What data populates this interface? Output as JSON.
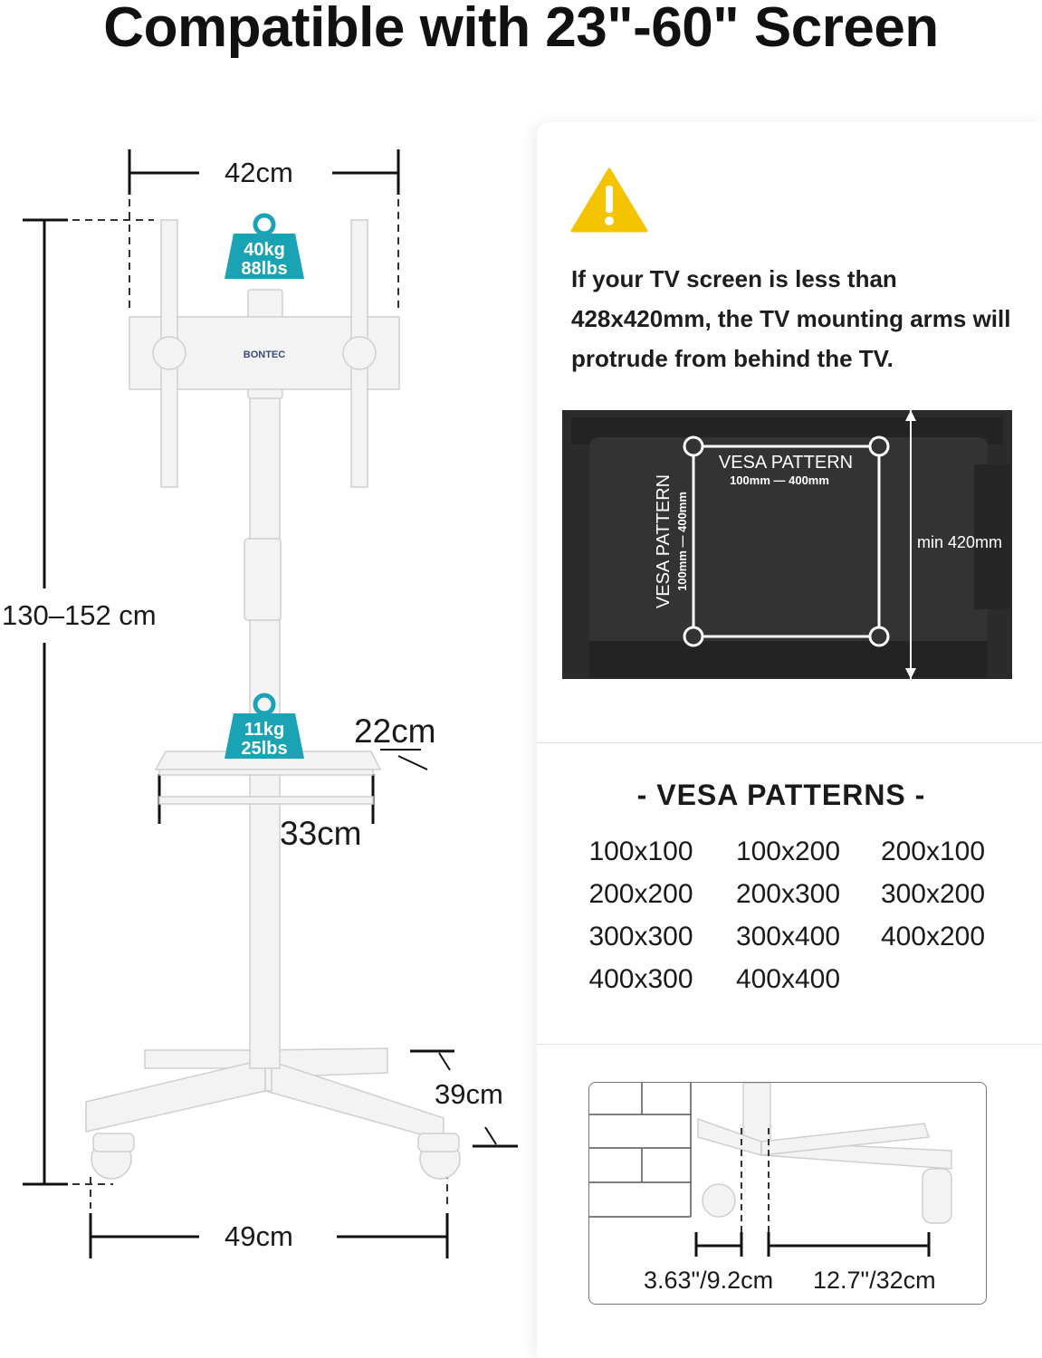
{
  "title": "Compatible with 23\"-60\" Screen",
  "dimensions": {
    "mount_width": "42cm",
    "height": "130–152 cm",
    "shelf_depth": "22cm",
    "shelf_width": "33cm",
    "base_depth": "39cm",
    "base_width": "49cm"
  },
  "load": {
    "mount_kg": "40kg",
    "mount_lbs": "88lbs",
    "shelf_kg": "11kg",
    "shelf_lbs": "25lbs"
  },
  "brand": "BONTEC",
  "warning": {
    "icon": "warning-icon",
    "text": "If your TV screen is less than 428x420mm, the TV mounting arms will protrude from behind the TV."
  },
  "tv_diagram": {
    "vesa_label_h": "VESA PATTERN",
    "vesa_range_h": "100mm — 400mm",
    "vesa_label_v": "VESA PATTERN",
    "vesa_range_v": "100mm — 400mm",
    "min_height": "min 420mm"
  },
  "vesa": {
    "heading": "- VESA PATTERNS -",
    "patterns": [
      "100x100",
      "100x200",
      "200x100",
      "200x200",
      "200x300",
      "300x200",
      "300x300",
      "300x400",
      "400x200",
      "400x300",
      "400x400"
    ]
  },
  "clearance": {
    "left": "3.63\"/9.2cm",
    "right": "12.7\"/32cm"
  },
  "colors": {
    "badge": "#1aa3b5",
    "warning": "#f5c400",
    "stand": "#f3f3f3",
    "tv": "#2b2b2b"
  }
}
